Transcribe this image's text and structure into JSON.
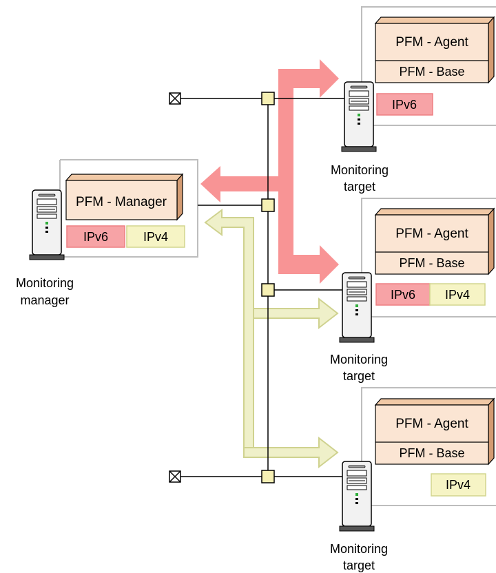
{
  "colors": {
    "ipv6_fill": "#f7a3a6",
    "ipv6_stroke": "#ee7f82",
    "ipv4_fill": "#f6f4c5",
    "ipv4_stroke": "#d2d58e",
    "ipv6_arrow": "#f89495",
    "ipv4_arrow": "#eff0c9",
    "ipv4_arrow_stroke": "#cfd28f",
    "component_face": "#fbe5d3",
    "component_top": "#f1c9a6",
    "component_side": "#d39b72",
    "node_fill": "#f6f0b4",
    "group_border": "#bdbdbd",
    "line": "#000000"
  },
  "manager": {
    "component_label": "PFM - Manager",
    "ipv6_label": "IPv6",
    "ipv4_label": "IPv4",
    "caption_line1": "Monitoring",
    "caption_line2": "manager",
    "icon": "server-tower-icon"
  },
  "targets": [
    {
      "agent_label": "PFM - Agent",
      "base_label": "PFM - Base",
      "ipv6_label": "IPv6",
      "caption_line1": "Monitoring",
      "caption_line2": "target",
      "icon": "server-tower-icon"
    },
    {
      "agent_label": "PFM - Agent",
      "base_label": "PFM - Base",
      "ipv6_label": "IPv6",
      "ipv4_label": "IPv4",
      "caption_line1": "Monitoring",
      "caption_line2": "target",
      "icon": "server-tower-icon"
    },
    {
      "agent_label": "PFM - Agent",
      "base_label": "PFM - Base",
      "ipv4_label": "IPv4",
      "caption_line1": "Monitoring",
      "caption_line2": "target",
      "icon": "server-tower-icon"
    }
  ],
  "network": {
    "terminator_icon": "network-terminator-icon",
    "node_icon": "network-node-icon"
  }
}
